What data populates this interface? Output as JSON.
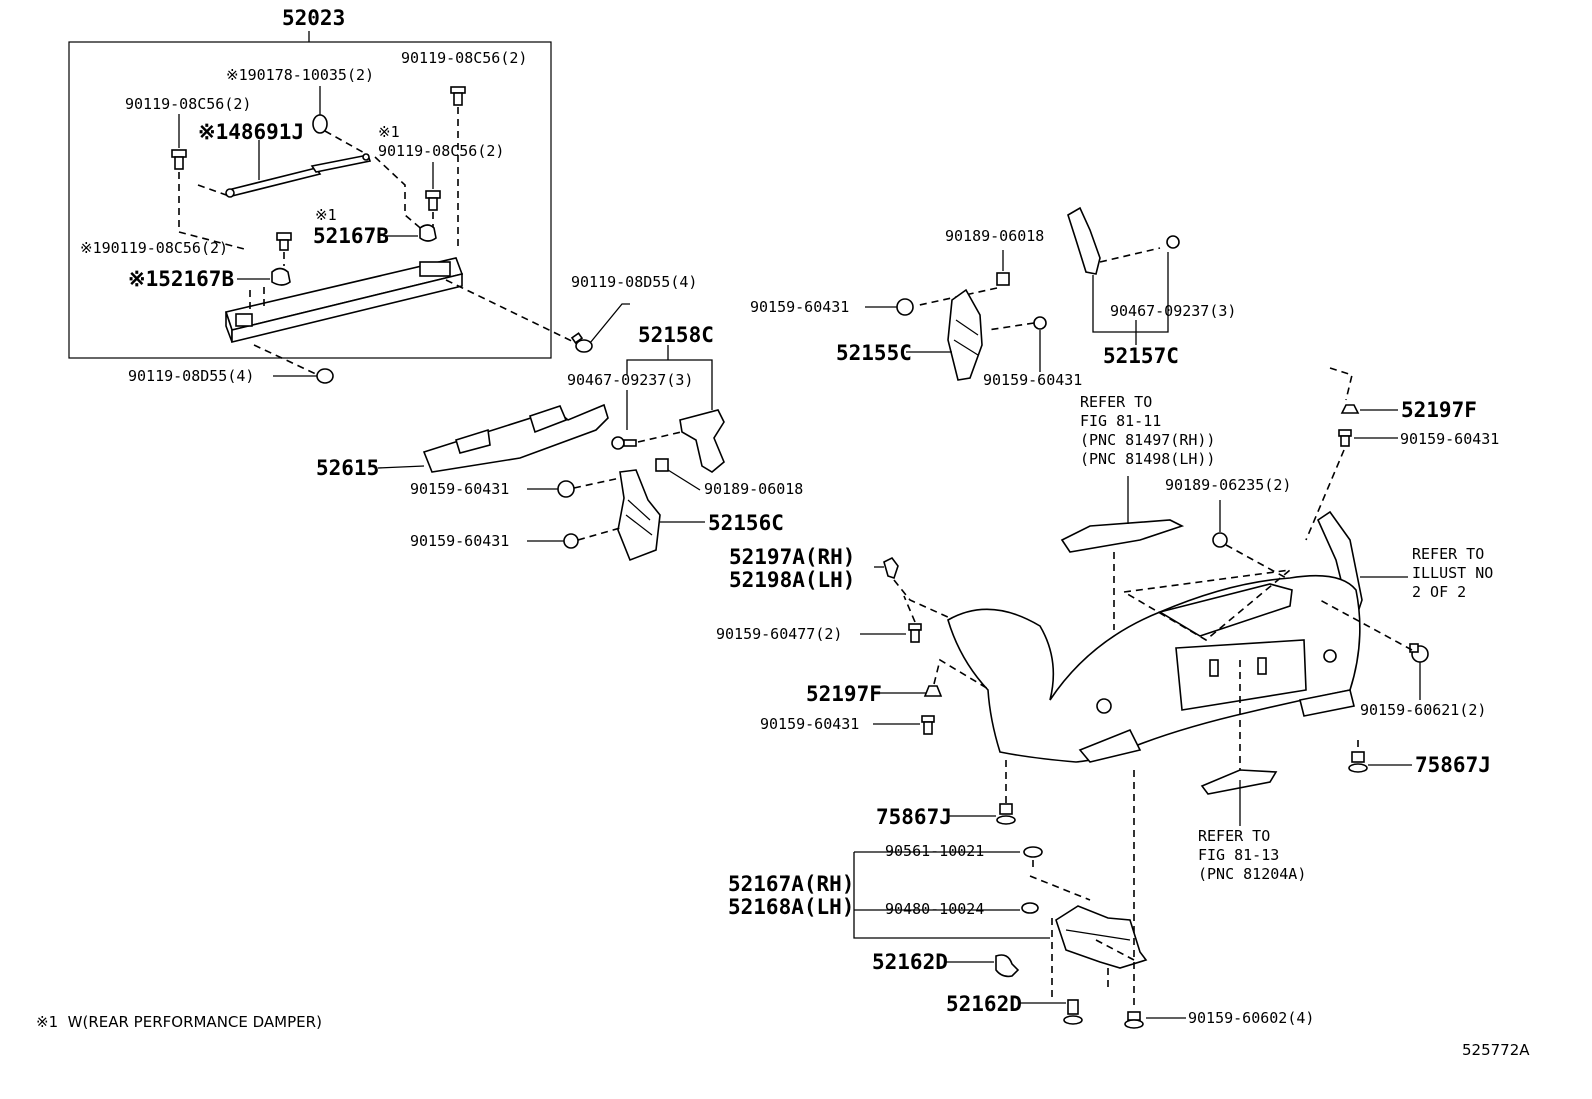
{
  "diagram": {
    "doc_number": "525772A",
    "footnote": "※1  W(REAR PERFORMANCE DAMPER)",
    "box_title": "52023",
    "labels": {
      "l_90119_08C56_top": "90119-08C56(2)",
      "l_90178": "※190178-10035(2)",
      "l_90119_08C56_left": "90119-08C56(2)",
      "l_48691J": "※148691J",
      "l_x1_a": "※1",
      "l_90119_08C56_mid": "90119-08C56(2)",
      "l_x1_b": "※1",
      "l_52167B_a": "52167B",
      "l_90119_08C56_x1": "※190119-08C56(2)",
      "l_52167B_b": "※152167B",
      "l_90119_08D55_right": "90119-08D55(4)",
      "l_90119_08D55_left": "90119-08D55(4)",
      "l_52158C": "52158C",
      "l_90467_09237_a": "90467-09237(3)",
      "l_52615": "52615",
      "l_90159_60431_a": "90159-60431",
      "l_90189_06018_a": "90189-06018",
      "l_52156C": "52156C",
      "l_90159_60431_b": "90159-60431",
      "l_90189_06018_b": "90189-06018",
      "l_90159_60431_c": "90159-60431",
      "l_52155C": "52155C",
      "l_90159_60431_d": "90159-60431",
      "l_90467_09237_b": "90467-09237(3)",
      "l_52157C": "52157C",
      "l_52197F_a": "52197F",
      "l_90159_60431_e": "90159-60431",
      "l_90189_06235": "90189-06235(2)",
      "l_52197A": "52197A(RH)",
      "l_52198A": "52198A(LH)",
      "l_90159_60477": "90159-60477(2)",
      "l_52197F_b": "52197F",
      "l_90159_60431_f": "90159-60431",
      "l_90159_60621": "90159-60621(2)",
      "l_75867J_a": "75867J",
      "l_75867J_b": "75867J",
      "l_90561": "90561-10021",
      "l_52167A": "52167A(RH)",
      "l_52168A": "52168A(LH)",
      "l_90480": "90480-10024",
      "l_52162D_a": "52162D",
      "l_52162D_b": "52162D",
      "l_90159_60602": "90159-60602(4)"
    },
    "refs": {
      "ref_fig_81_11": "REFER TO\nFIG 81-11\n(PNC 81497(RH))\n(PNC 81498(LH))",
      "ref_illust": "REFER TO\nILLUST NO\n2 OF 2",
      "ref_fig_81_13": "REFER TO\nFIG 81-13\n(PNC 81204A)"
    }
  }
}
